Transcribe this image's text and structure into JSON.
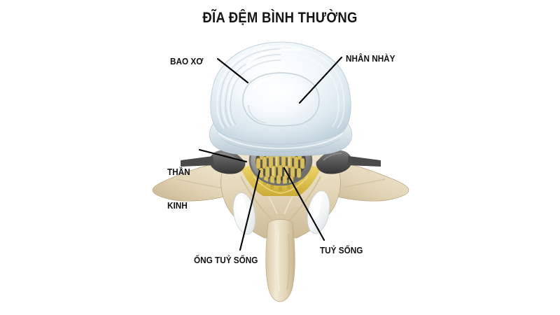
{
  "title": "ĐĨA ĐỆM BÌNH THƯỜNG",
  "labels": {
    "annulus": "BAO XƠ",
    "nucleus": "NHÂN NHÀY",
    "nerve_line1": "THẦN",
    "nerve_line2": "KINH",
    "canal": "ỐNG TUỶ SỐNG",
    "cord": "TUỶ SỐNG"
  },
  "colors": {
    "background": "#ffffff",
    "text": "#111111",
    "leader_line": "#000000",
    "disc_outer": "#dce6ec",
    "disc_highlight": "#f4f9fb",
    "disc_shadow": "#b9c8d2",
    "nucleus": "#eef5f8",
    "bone": "#e6d9bd",
    "bone_shadow": "#cbb995",
    "bone_light": "#f1e8d4",
    "cartilage": "#ffffff",
    "nerve_root": "#5b5b5b",
    "nerve_root_dark": "#3a3a3a",
    "canal_ring": "#8e8e8e",
    "cauda_equina": "#d8bf60",
    "cauda_equina_dark": "#b09a3c",
    "ligament": "#e8c94a"
  },
  "illustration": {
    "view": "axial-cross-section-lumbar-vertebra",
    "parts": [
      "intervertebral disc (annulus fibrosus with concentric lamellae)",
      "nucleus pulposus",
      "spinal canal with cauda equina nerve bundles",
      "left and right exiting nerve roots",
      "vertebral body and pedicles",
      "transverse processes",
      "facet joint cartilage",
      "spinous process"
    ]
  }
}
